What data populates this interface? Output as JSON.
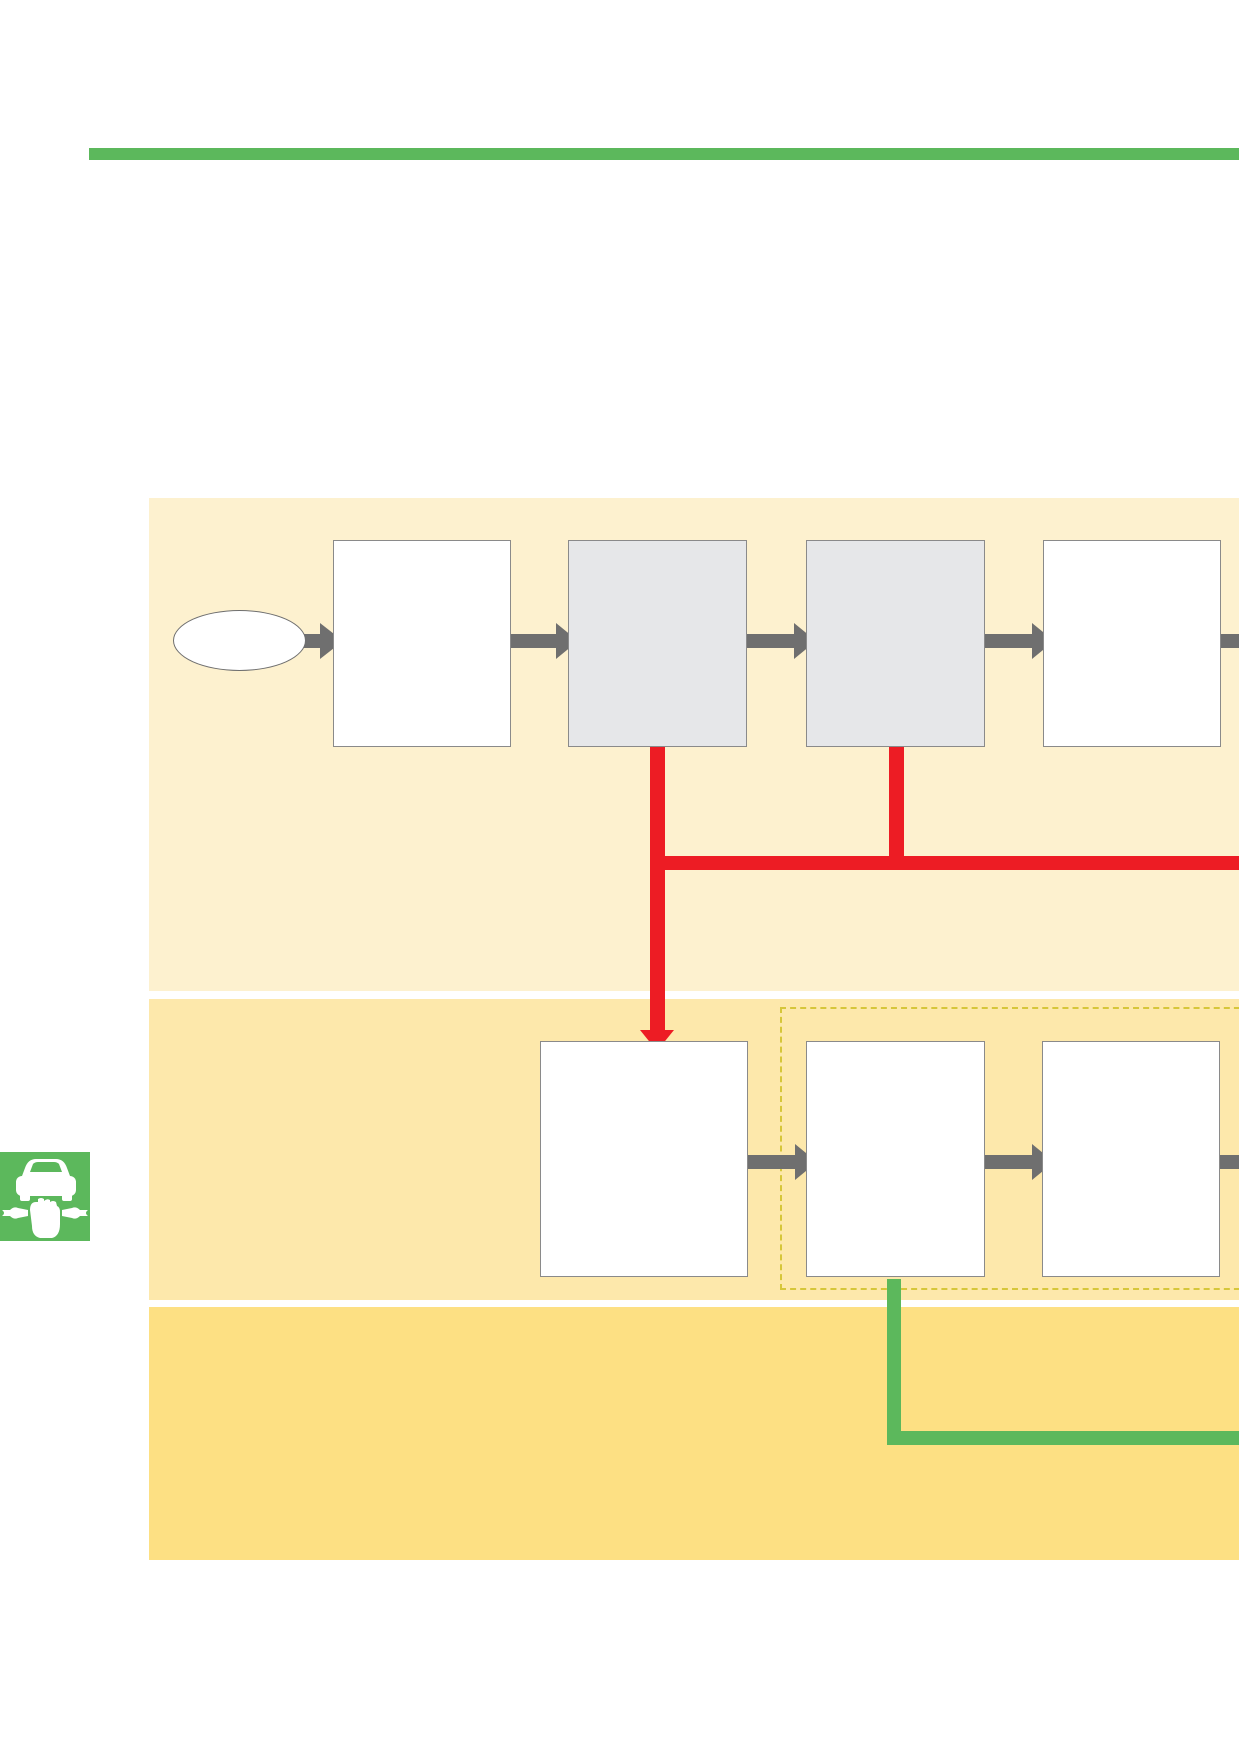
{
  "page": {
    "title": "",
    "header_rule_color": "#5cb85c"
  },
  "colors": {
    "lane_top": "#fdf1cf",
    "lane_middle": "#fde8ab",
    "lane_bottom": "#fde083",
    "box_white": "#ffffff",
    "box_gray": "#e6e7e9",
    "arrow_gray": "#6f6f6f",
    "connector_red": "#ed1c24",
    "connector_green": "#5cb85c",
    "dashed_group": "#d6c63a",
    "icon_bg": "#5cb85c"
  },
  "lanes": [
    {
      "id": "lane-1",
      "label": ""
    },
    {
      "id": "lane-2",
      "label": ""
    },
    {
      "id": "lane-3",
      "label": ""
    }
  ],
  "nodes": {
    "start": {
      "label": ""
    },
    "step_1": {
      "label": ""
    },
    "step_2": {
      "label": ""
    },
    "step_3": {
      "label": ""
    },
    "step_4": {
      "label": ""
    },
    "step_5": {
      "label": ""
    },
    "step_6": {
      "label": ""
    },
    "step_7": {
      "label": ""
    }
  },
  "icons": {
    "side_icon": "car-repair-icon"
  }
}
